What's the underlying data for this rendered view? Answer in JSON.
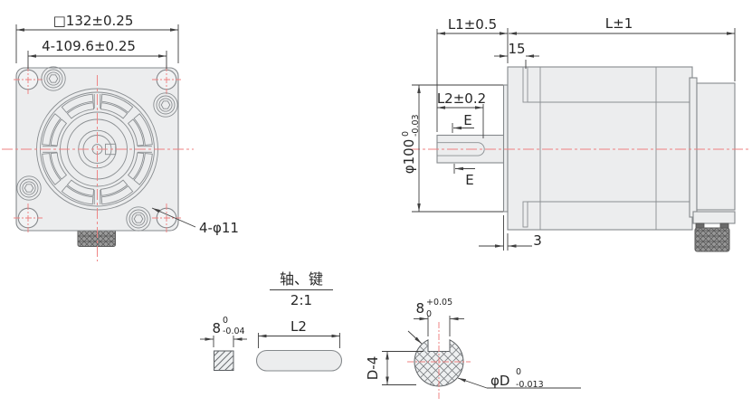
{
  "drawing": {
    "front_view": {
      "dim_flange_width": "□132±0.25",
      "dim_bolt_spacing": "4-109.6±0.25",
      "label_mounting_holes": "4-φ11"
    },
    "side_view": {
      "dim_shaft_length": "L1±0.5",
      "dim_body_length": "L±1",
      "dim_front_section": "15",
      "dim_keyway_length": "L2±0.2",
      "label_e_upper": "E",
      "label_e_lower": "E",
      "dim_pilot_diameter": "φ100",
      "pilot_tol_upper": "0",
      "pilot_tol_lower": "-0.03",
      "dim_pilot_depth": "3"
    },
    "detail_view": {
      "title": "轴、键",
      "scale": "2:1",
      "key_width": "8",
      "key_width_tol_upper": "0",
      "key_width_tol_lower": "-0.04",
      "key_length_label": "L2",
      "keyway_width": "8",
      "keyway_width_tol_upper": "+0.05",
      "keyway_width_tol_lower": "0",
      "dim_keyway_depth": "D-4",
      "dim_shaft_diameter": "φD",
      "shaft_dia_tol_upper": "0",
      "shaft_dia_tol_lower": "-0.013"
    },
    "colors": {
      "centerline_red": "#ef8080",
      "outline_gray": "#85898c",
      "body_fill": "#ecedee",
      "dimension_text": "#262626",
      "connector_gray": "#9b9b9b"
    }
  }
}
